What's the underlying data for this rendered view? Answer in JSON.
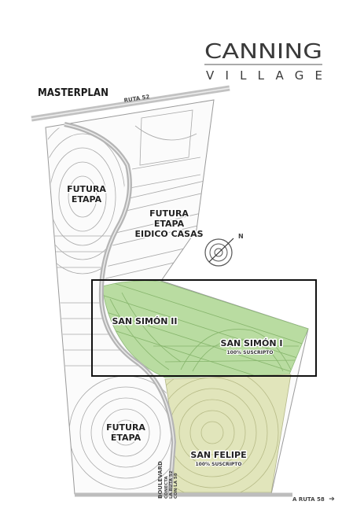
{
  "brand": {
    "name": "CANNING",
    "tagline": "VILLAGE"
  },
  "title": "MASTERPLAN",
  "roads": {
    "top": "RUTA 52",
    "bottom": "A RUTA 58",
    "bottom_arrow": "➔",
    "boulevard": [
      "BOULEVARD",
      "CONECTA",
      "LA RUTA 52",
      "CON LA 58"
    ]
  },
  "compass": {
    "north": "N"
  },
  "zones": {
    "futura_1": [
      "FUTURA",
      "ETAPA"
    ],
    "futura_eidico": [
      "FUTURA",
      "ETAPA",
      "EIDICO CASAS"
    ],
    "san_simon_2": {
      "name": "SAN SIMÓN II"
    },
    "san_simon_1": {
      "name": "SAN SIMÓN I",
      "status": "100% SUSCRIPTO"
    },
    "futura_2": [
      "FUTURA",
      "ETAPA"
    ],
    "san_felipe": {
      "name": "SAN FELIPE",
      "status": "100% SUSCRIPTO"
    }
  },
  "colors": {
    "san_simon": "#b9dca1",
    "san_felipe": "#e1e5bb",
    "road": "#b5b5b5",
    "highlight": "#111111"
  }
}
